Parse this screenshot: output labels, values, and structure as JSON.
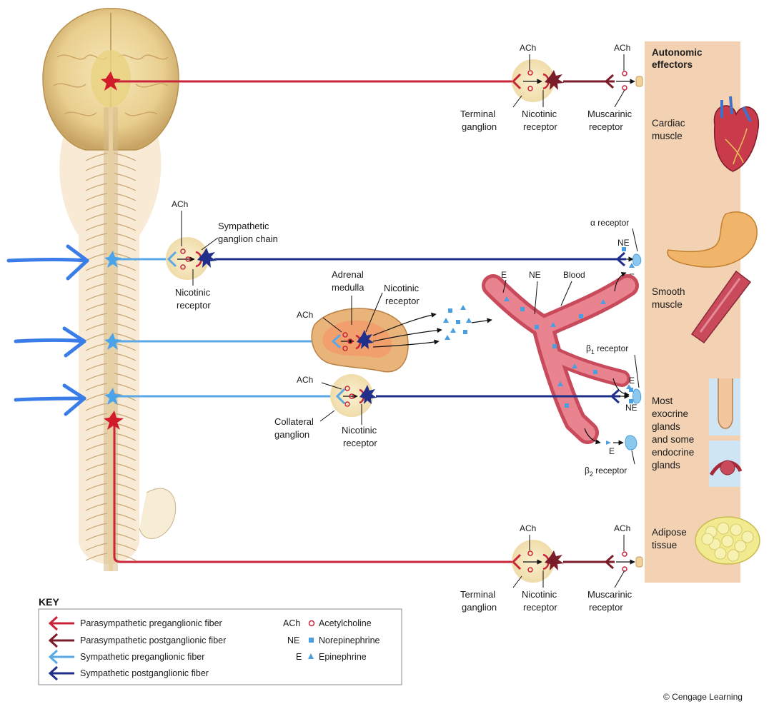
{
  "colors": {
    "parasympathetic_pre": "#c8243a",
    "parasympathetic_post": "#7a1c2a",
    "sympathetic_pre": "#5aa9e6",
    "sympathetic_post": "#1f2f8a",
    "effector_panel": "#f3d2b4",
    "annotation_arrow": "#3b7de8"
  },
  "labels": {
    "ach": "ACh",
    "ne": "NE",
    "e": "E",
    "terminal": "Terminal",
    "ganglion": "ganglion",
    "nicotinic": "Nicotinic",
    "muscarinic": "Muscarinic",
    "receptor": "receptor",
    "symp_chain_1": "Sympathetic",
    "symp_chain_2": "ganglion chain",
    "adrenal_1": "Adrenal",
    "adrenal_2": "medulla",
    "blood": "Blood",
    "alpha_receptor": "α receptor",
    "beta1_receptor": "β",
    "beta1_sub": "1",
    "beta2_receptor": "β",
    "beta2_sub": "2",
    "receptor_word": " receptor",
    "collateral": "Collateral"
  },
  "effectors": {
    "title_1": "Autonomic",
    "title_2": "effectors",
    "cardiac_1": "Cardiac",
    "cardiac_2": "muscle",
    "smooth_1": "Smooth",
    "smooth_2": "muscle",
    "glands_1": "Most",
    "glands_2": "exocrine",
    "glands_3": "glands",
    "glands_4": "and some",
    "glands_5": "endocrine",
    "glands_6": "glands",
    "adipose_1": "Adipose",
    "adipose_2": "tissue"
  },
  "key": {
    "title": "KEY",
    "fibers": [
      "Parasympathetic preganglionic fiber",
      "Parasympathetic postganglionic fiber",
      "Sympathetic preganglionic fiber",
      "Sympathetic postganglionic fiber"
    ],
    "abbr": [
      "ACh",
      "NE",
      "E"
    ],
    "names": [
      "Acetylcholine",
      "Norepinephrine",
      "Epinephrine"
    ]
  },
  "copyright": "© Cengage Learning"
}
